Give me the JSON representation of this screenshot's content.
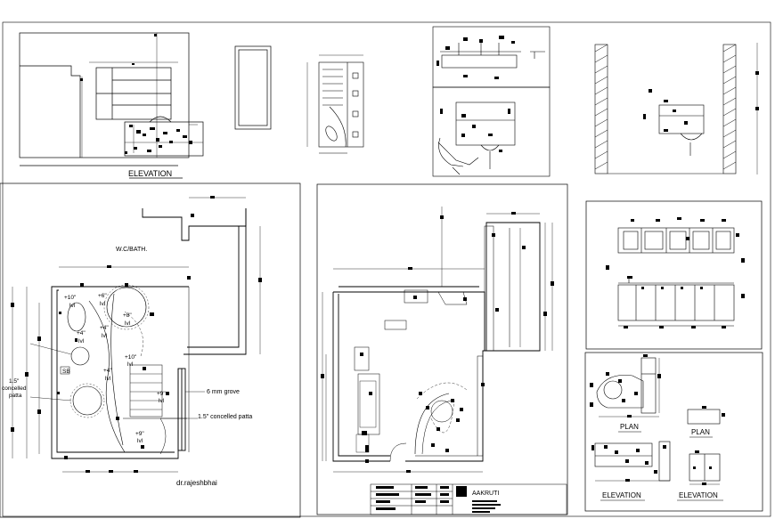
{
  "labels": {
    "elevation_top": "ELEVATION",
    "wc_bath": "W.C/BATH.",
    "lvl_10a": "+10\"",
    "lvl_10a_sub": "lvl",
    "lvl_6": "+6\"",
    "lvl_6_sub": "lvl",
    "lvl_8": "+8\"",
    "lvl_8_sub": "lvl",
    "lvl_4a": "+4\"",
    "lvl_4a_sub": "lvl",
    "lvl_4b": "+4\"",
    "lvl_4b_sub": "lvl",
    "lvl_10b": "+10\"",
    "lvl_10b_sub": "lvl",
    "lvl_4c": "+4\"",
    "lvl_4c_sub": "lvl",
    "lvl_9a": "+9\"",
    "lvl_9a_sub": "lvl",
    "lvl_9b": "+9\"",
    "lvl_9b_sub": "lvl",
    "sb": "SB",
    "concealed_1": "1.5\"",
    "concealed_2": "concelled",
    "concealed_3": "patta",
    "mm_grove": "6 mm grove",
    "concealed_right": "1.5\" concelled patta",
    "author": "dr.rajeshbhai",
    "plan_1": "PLAN",
    "plan_2": "PLAN",
    "elevation_br1": "ELEVATION",
    "elevation_br2": "ELEVATION",
    "title_brand": "AAKRUTI"
  }
}
